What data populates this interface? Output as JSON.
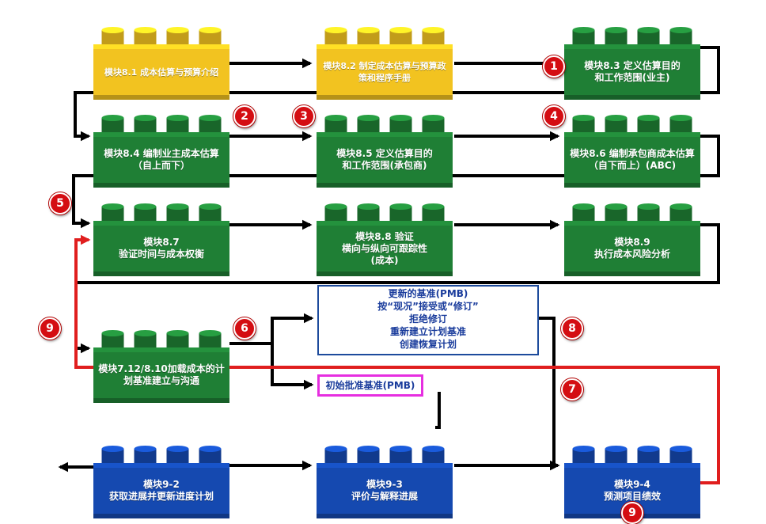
{
  "bricks": [
    {
      "id": "m81",
      "color": "yellow",
      "lines": [
        "模块8.1 成本估算与预算介绍"
      ]
    },
    {
      "id": "m82",
      "color": "yellow",
      "lines": [
        "模块8.2 制定成本估算与预算政",
        "策和程序手册"
      ]
    },
    {
      "id": "m83",
      "color": "green",
      "lines": [
        "模块8.3 定义估算目的",
        "和工作范围(业主)"
      ]
    },
    {
      "id": "m84",
      "color": "green",
      "lines": [
        "模块8.4 编制业主成本估算",
        "（自上而下）"
      ]
    },
    {
      "id": "m85",
      "color": "green",
      "lines": [
        "模块8.5 定义估算目的",
        "和工作范围(承包商)"
      ]
    },
    {
      "id": "m86",
      "color": "green",
      "lines": [
        "模块8.6 编制承包商成本估算",
        "（自下而上）(ABC)"
      ]
    },
    {
      "id": "m87",
      "color": "green",
      "lines": [
        "模块8.7",
        "验证时间与成本权衡"
      ]
    },
    {
      "id": "m88",
      "color": "green",
      "lines": [
        "模块8.8 验证",
        "横向与纵向可跟踪性",
        "(成本)"
      ]
    },
    {
      "id": "m89",
      "color": "green",
      "lines": [
        "模块8.9",
        "执行成本风险分析"
      ]
    },
    {
      "id": "m712",
      "color": "green",
      "lines": [
        "模块7.12/8.10加载成本的计",
        "划基准建立与沟通"
      ]
    },
    {
      "id": "m92",
      "color": "blue",
      "lines": [
        "模块9-2",
        "获取进展并更新进度计划"
      ]
    },
    {
      "id": "m93",
      "color": "blue",
      "lines": [
        "模块9-3",
        "评价与解释进展"
      ]
    },
    {
      "id": "m94",
      "color": "blue",
      "lines": [
        "模块9-4",
        "预测项目绩效"
      ]
    }
  ],
  "badges": [
    "1",
    "2",
    "3",
    "4",
    "5",
    "6",
    "7",
    "8",
    "9",
    "9"
  ],
  "pmb_update": {
    "lines": [
      "更新的基准(PMB)",
      "按“现况”接受或“修订”",
      "拒绝修订",
      "重新建立计划基准",
      "创建恢复计划"
    ]
  },
  "pmb_initial": {
    "label": "初始批准基准(PMB)"
  },
  "colors": {
    "yellow": "#f2c320",
    "green": "#1f7f35",
    "blue": "#1549b0",
    "connector": "#000000",
    "feedback": "#e01e1e",
    "badge": "#d40d12",
    "pmb_update_border": "#1d4b9c",
    "pmb_initial_border": "#e62ee0"
  }
}
